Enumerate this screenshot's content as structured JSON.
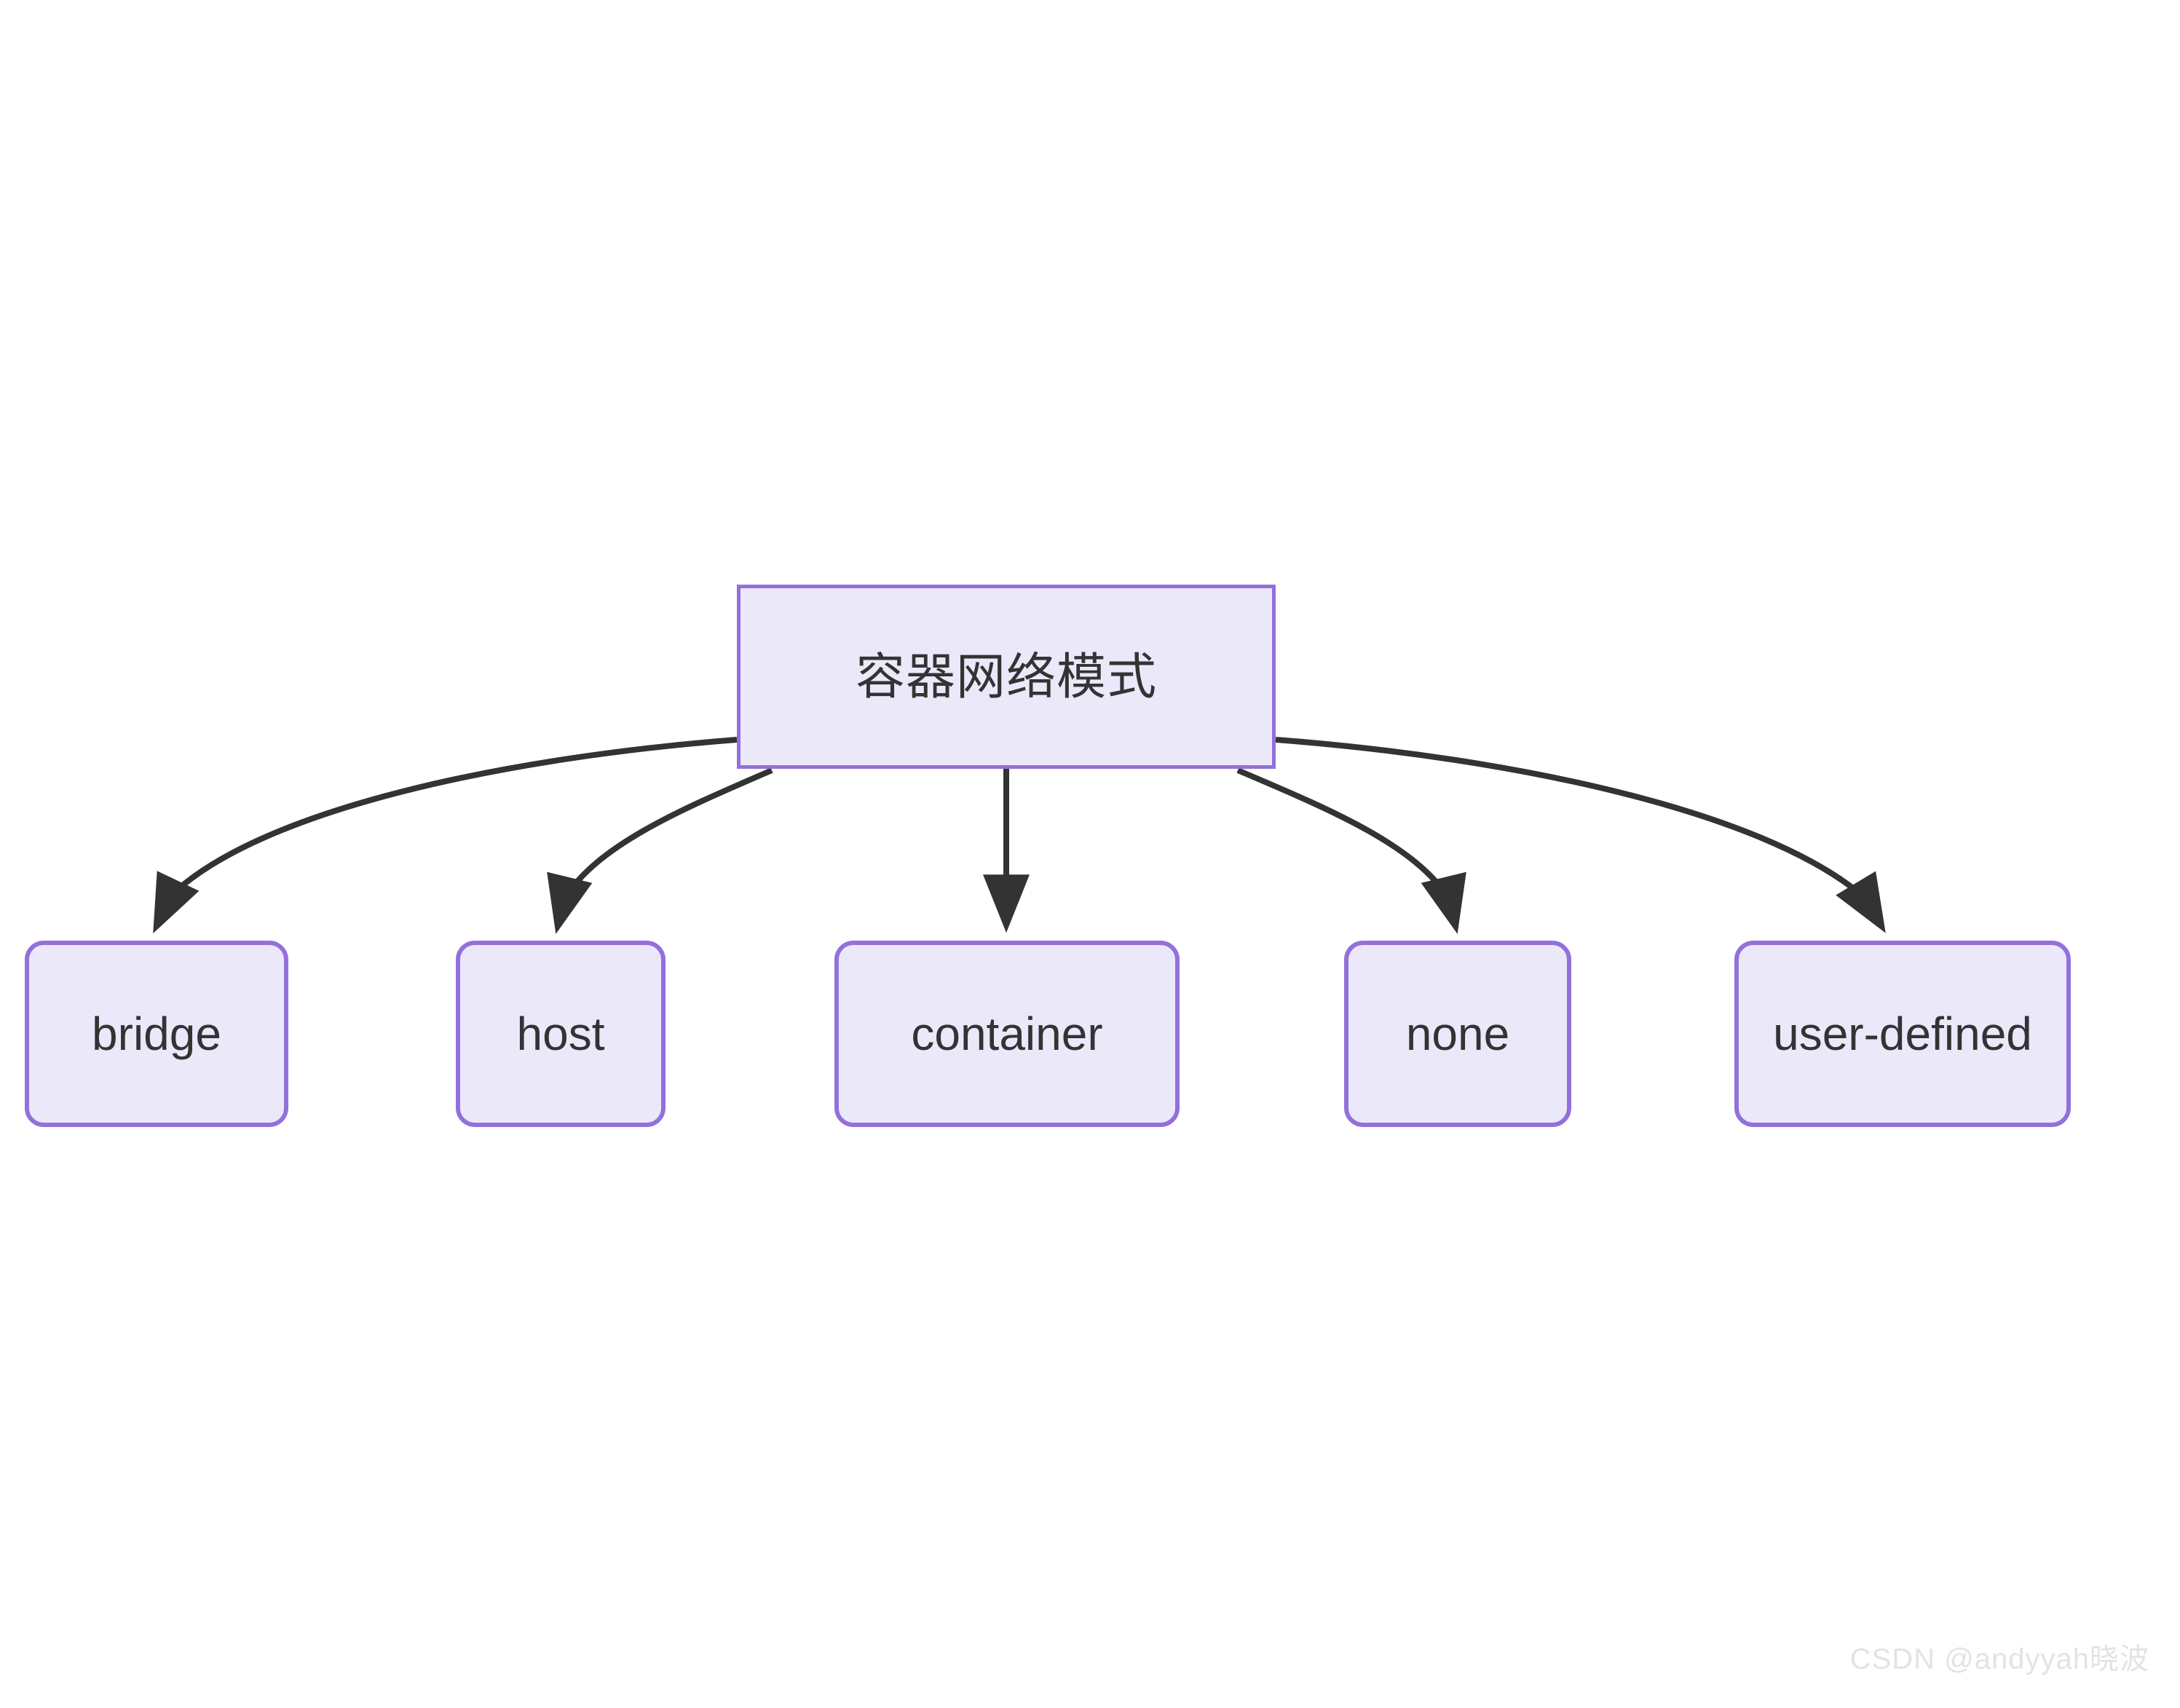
{
  "diagram": {
    "type": "flowchart",
    "direction": "top-down",
    "background_color": "#ffffff",
    "node_fill_color": "#ebe8fa",
    "node_border_color": "#9370db",
    "node_text_color": "#333333",
    "edge_color": "#333333",
    "root": {
      "id": "root",
      "label": "容器网络模式",
      "shape": "rectangle"
    },
    "children": [
      {
        "id": "bridge",
        "label": "bridge",
        "shape": "rounded-rectangle"
      },
      {
        "id": "host",
        "label": "host",
        "shape": "rounded-rectangle"
      },
      {
        "id": "container",
        "label": "container",
        "shape": "rounded-rectangle"
      },
      {
        "id": "none",
        "label": "none",
        "shape": "rounded-rectangle"
      },
      {
        "id": "user-defined",
        "label": "user-defined",
        "shape": "rounded-rectangle"
      }
    ],
    "edges": [
      {
        "from": "root",
        "to": "bridge",
        "label": "",
        "arrow": "filled-triangle"
      },
      {
        "from": "root",
        "to": "host",
        "label": "",
        "arrow": "filled-triangle"
      },
      {
        "from": "root",
        "to": "container",
        "label": "",
        "arrow": "filled-triangle"
      },
      {
        "from": "root",
        "to": "none",
        "label": "",
        "arrow": "filled-triangle"
      },
      {
        "from": "root",
        "to": "user-defined",
        "label": "",
        "arrow": "filled-triangle"
      }
    ]
  },
  "watermark": {
    "text": "CSDN @andyyah晓波"
  }
}
